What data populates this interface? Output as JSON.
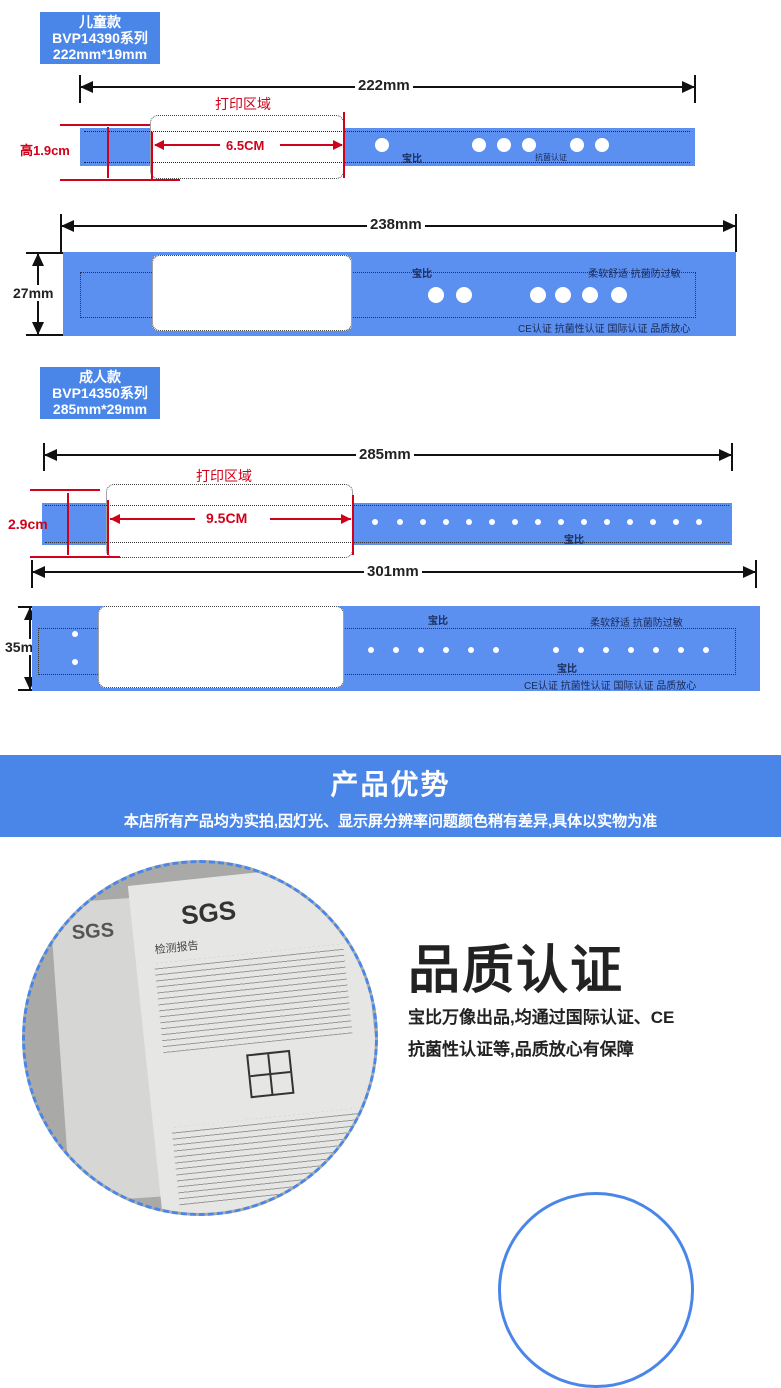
{
  "child": {
    "label": [
      "儿童款",
      "BVP14390系列",
      "222mm*19mm"
    ],
    "width_dim": "222mm",
    "height_dim": "高1.9cm",
    "print_area": "打印区域",
    "print_width": "6.5CM",
    "open_width": "238mm",
    "open_height": "27mm",
    "brand": "宝比",
    "tagline": "柔软舒适 抗菌防过敏",
    "certs": "CE认证 抗菌性认证 国际认证 品质放心",
    "stamp": "抗菌认证"
  },
  "adult": {
    "label": [
      "成人款",
      "BVP14350系列",
      "285mm*29mm"
    ],
    "width_dim": "285mm",
    "height_dim": "2.9cm",
    "print_area": "打印区域",
    "print_width": "9.5CM",
    "open_width": "301mm",
    "open_height": "35mm",
    "brand": "宝比",
    "tagline": "柔软舒适 抗菌防过敏",
    "certs": "CE认证 抗菌性认证 国际认证 品质放心"
  },
  "advantage": {
    "title": "产品优势",
    "subtitle": "本店所有产品均为实拍,因灯光、显示屏分辨率问题颜色稍有差异,具体以实物为准"
  },
  "quality": {
    "title": "品质认证",
    "desc_line1": "宝比万像出品,均通过国际认证、CE",
    "desc_line2": "抗菌性认证等,品质放心有保障",
    "doc_logo": "SGS",
    "doc_title": "检测报告"
  },
  "colors": {
    "band": "#5b8ff0",
    "banner": "#4a86e8",
    "dim_red": "#d0021b"
  }
}
